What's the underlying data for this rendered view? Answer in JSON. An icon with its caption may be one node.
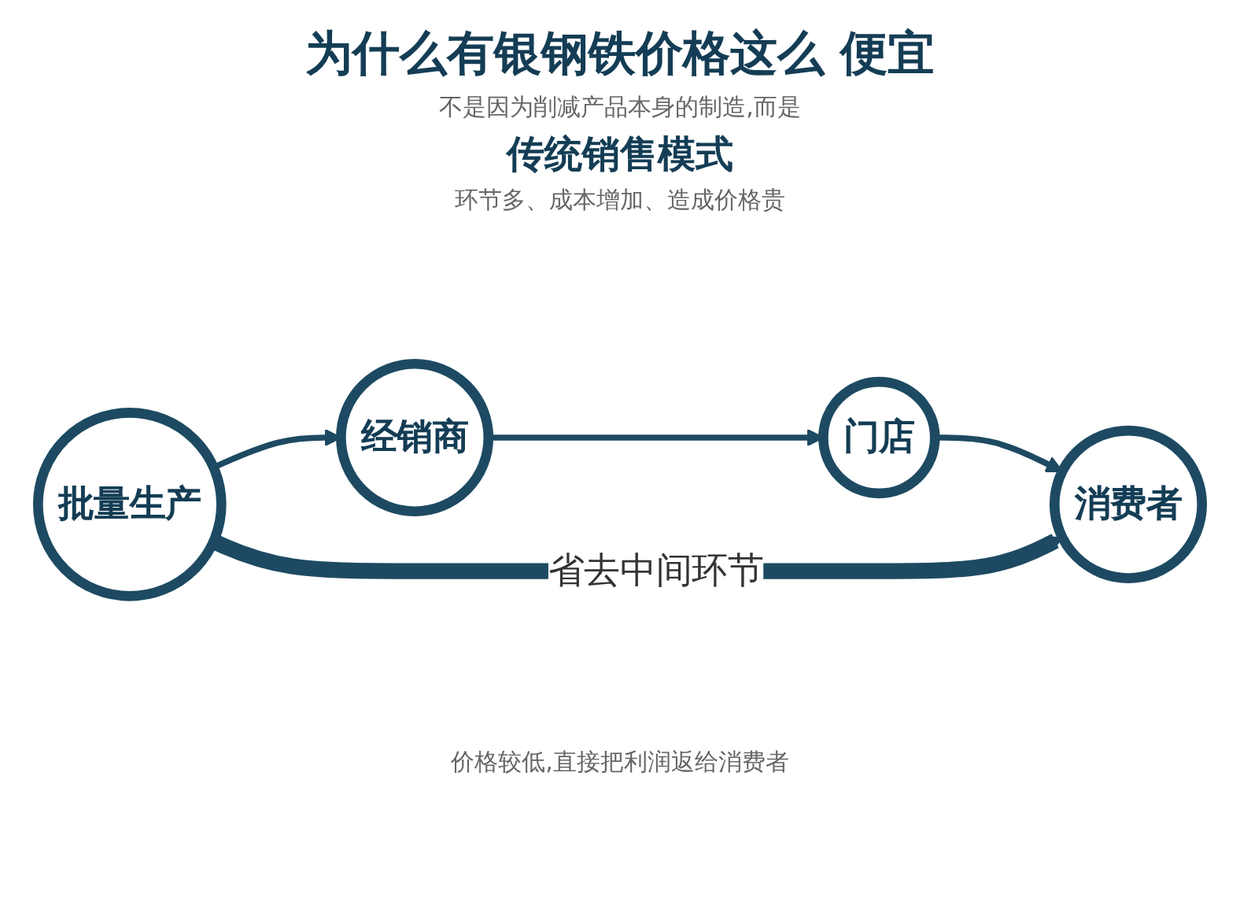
{
  "diagram": {
    "title": "为什么有银钢铁价格这么 便宜",
    "nodes": [
      {
        "text": [
          "经销商"
        ]
      },
      {
        "text": [
          "门店"
        ]
      },
      {
        "text": [
          "批量生产"
        ]
      },
      {
        "text": [
          "消费者"
        ]
      }
    ],
    "edges": [
      {
        "from": 2,
        "to": 0,
        "arrow": "to"
      },
      {
        "from": 0,
        "to": 1,
        "arrow": "to"
      },
      {
        "from": 1,
        "to": 3,
        "arrow": "to"
      },
      {
        "from": 2,
        "to": 3,
        "arrow": "to",
        "label": "省去中间环节",
        "style": "thick"
      }
    ],
    "labels": [
      "不是因为削减产品本身的制造,而是",
      "传统销售模式",
      "环节多、成本增加、造成价格贵",
      "价格较低,直接把利润返给消费者"
    ]
  }
}
